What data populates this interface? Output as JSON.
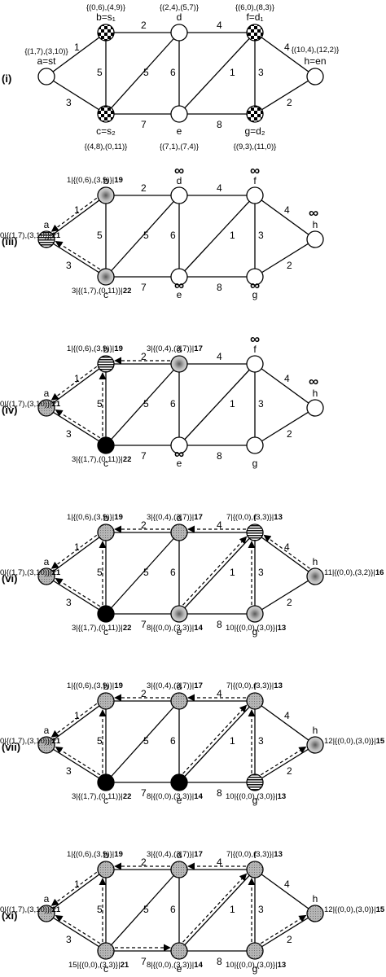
{
  "colors": {
    "unvisited": "#ffffff",
    "visited": "#a9a9a9",
    "current": "#000000",
    "edge": "#000000"
  },
  "panel1": {
    "label": "(i)",
    "weights": [
      "1",
      "2",
      "4",
      "4",
      "5",
      "5",
      "6",
      "1",
      "3",
      "3",
      "7",
      "8",
      "2"
    ],
    "node_labels": {
      "a": "a=st",
      "b": "b=s₁",
      "c": "c=s₂",
      "d": "d",
      "e": "e",
      "f": "f=d₁",
      "g": "g=d₂",
      "h": "h=en"
    },
    "annotations": {
      "a": "{(1,7),(3,10)}",
      "b": "{(0,6),(4,9)}",
      "c": "{(4,8),(0,11)}",
      "d": "{(2,4),(5,7)}",
      "e": "{(7,1),(7,4)}",
      "f": "{(6,0),(8,3)}",
      "g": "{(9,3),(11,0)}",
      "h": "{(10,4),(12,2)}"
    }
  },
  "panels": [
    {
      "label": "(iii)",
      "annotations": {
        "a": {
          "text": "0|{(1,7),(3,10)}|",
          "bold": "21"
        },
        "b": {
          "text": "1|{(0,6),(3,9)}|",
          "bold": "19"
        },
        "c": {
          "text": "3|{(1,7),(0,11)}|",
          "bold": "22"
        }
      },
      "infinity": {
        "d": "∞",
        "e": "∞",
        "f": "∞",
        "g": "∞",
        "h": "∞"
      }
    },
    {
      "label": "(iv)",
      "annotations": {
        "a": {
          "text": "0|{(1,7),(3,10)}|",
          "bold": "21"
        },
        "b": {
          "text": "1|{(0,6),(3,9)}|",
          "bold": "19"
        },
        "c": {
          "text": "3|{(1,7),(0,11)}|",
          "bold": "22"
        },
        "d": {
          "text": "3|{(0,4),(3,7)}|",
          "bold": "17"
        }
      },
      "infinity": {
        "e": "∞",
        "f": "∞",
        "h": "∞"
      }
    },
    {
      "label": "(vi)",
      "annotations": {
        "a": {
          "text": "0|{(1,7),(3,10)}|",
          "bold": "21"
        },
        "b": {
          "text": "1|{(0,6),(3,9)}|",
          "bold": "19"
        },
        "c": {
          "text": "3|{(1,7),(0,11)}|",
          "bold": "22"
        },
        "d": {
          "text": "3|{(0,4),(3,7)}|",
          "bold": "17"
        },
        "e": {
          "text": "8|{(0,0),(3,3)}|",
          "bold": "14"
        },
        "f": {
          "text": "7|{(0,0),(3,3)}|",
          "bold": "13"
        },
        "g": {
          "text": "10|{(0,0),(3,0)}|",
          "bold": "13"
        },
        "h": {
          "text": "11|{(0,0),(3,2)}|",
          "bold": "16"
        }
      },
      "infinity": {}
    },
    {
      "label": "(vii)",
      "annotations": {
        "a": {
          "text": "0|{(1,7),(3,10)}|",
          "bold": "21"
        },
        "b": {
          "text": "1|{(0,6),(3,9)}|",
          "bold": "19"
        },
        "c": {
          "text": "3|{(1,7),(0,11)}|",
          "bold": "22"
        },
        "d": {
          "text": "3|{(0,4),(3,7)}|",
          "bold": "17"
        },
        "e": {
          "text": "8|{(0,0),(3,3)}|",
          "bold": "14"
        },
        "f": {
          "text": "7|{(0,0),(3,3)}|",
          "bold": "13"
        },
        "g": {
          "text": "10|{(0,0),(3,0)}|",
          "bold": "13"
        },
        "h": {
          "text": "12|{(0,0),(3,0)}|",
          "bold": "15"
        }
      },
      "infinity": {}
    },
    {
      "label": "(xi)",
      "annotations": {
        "a": {
          "text": "0|{(1,7),(3,10)}|",
          "bold": "21"
        },
        "b": {
          "text": "1|{(0,6),(3,9)}|",
          "bold": "19"
        },
        "c": {
          "text": "15|{(0,0),(3,3)}|",
          "bold": "21"
        },
        "d": {
          "text": "3|{(0,4),(3,7)}|",
          "bold": "17"
        },
        "e": {
          "text": "8|{(0,0),(3,3)}|",
          "bold": "14"
        },
        "f": {
          "text": "7|{(0,0),(3,3)}|",
          "bold": "13"
        },
        "g": {
          "text": "10|{(0,0),(3,0)}|",
          "bold": "13"
        },
        "h": {
          "text": "12|{(0,0),(3,0)}|",
          "bold": "15"
        }
      },
      "infinity": {}
    }
  ]
}
